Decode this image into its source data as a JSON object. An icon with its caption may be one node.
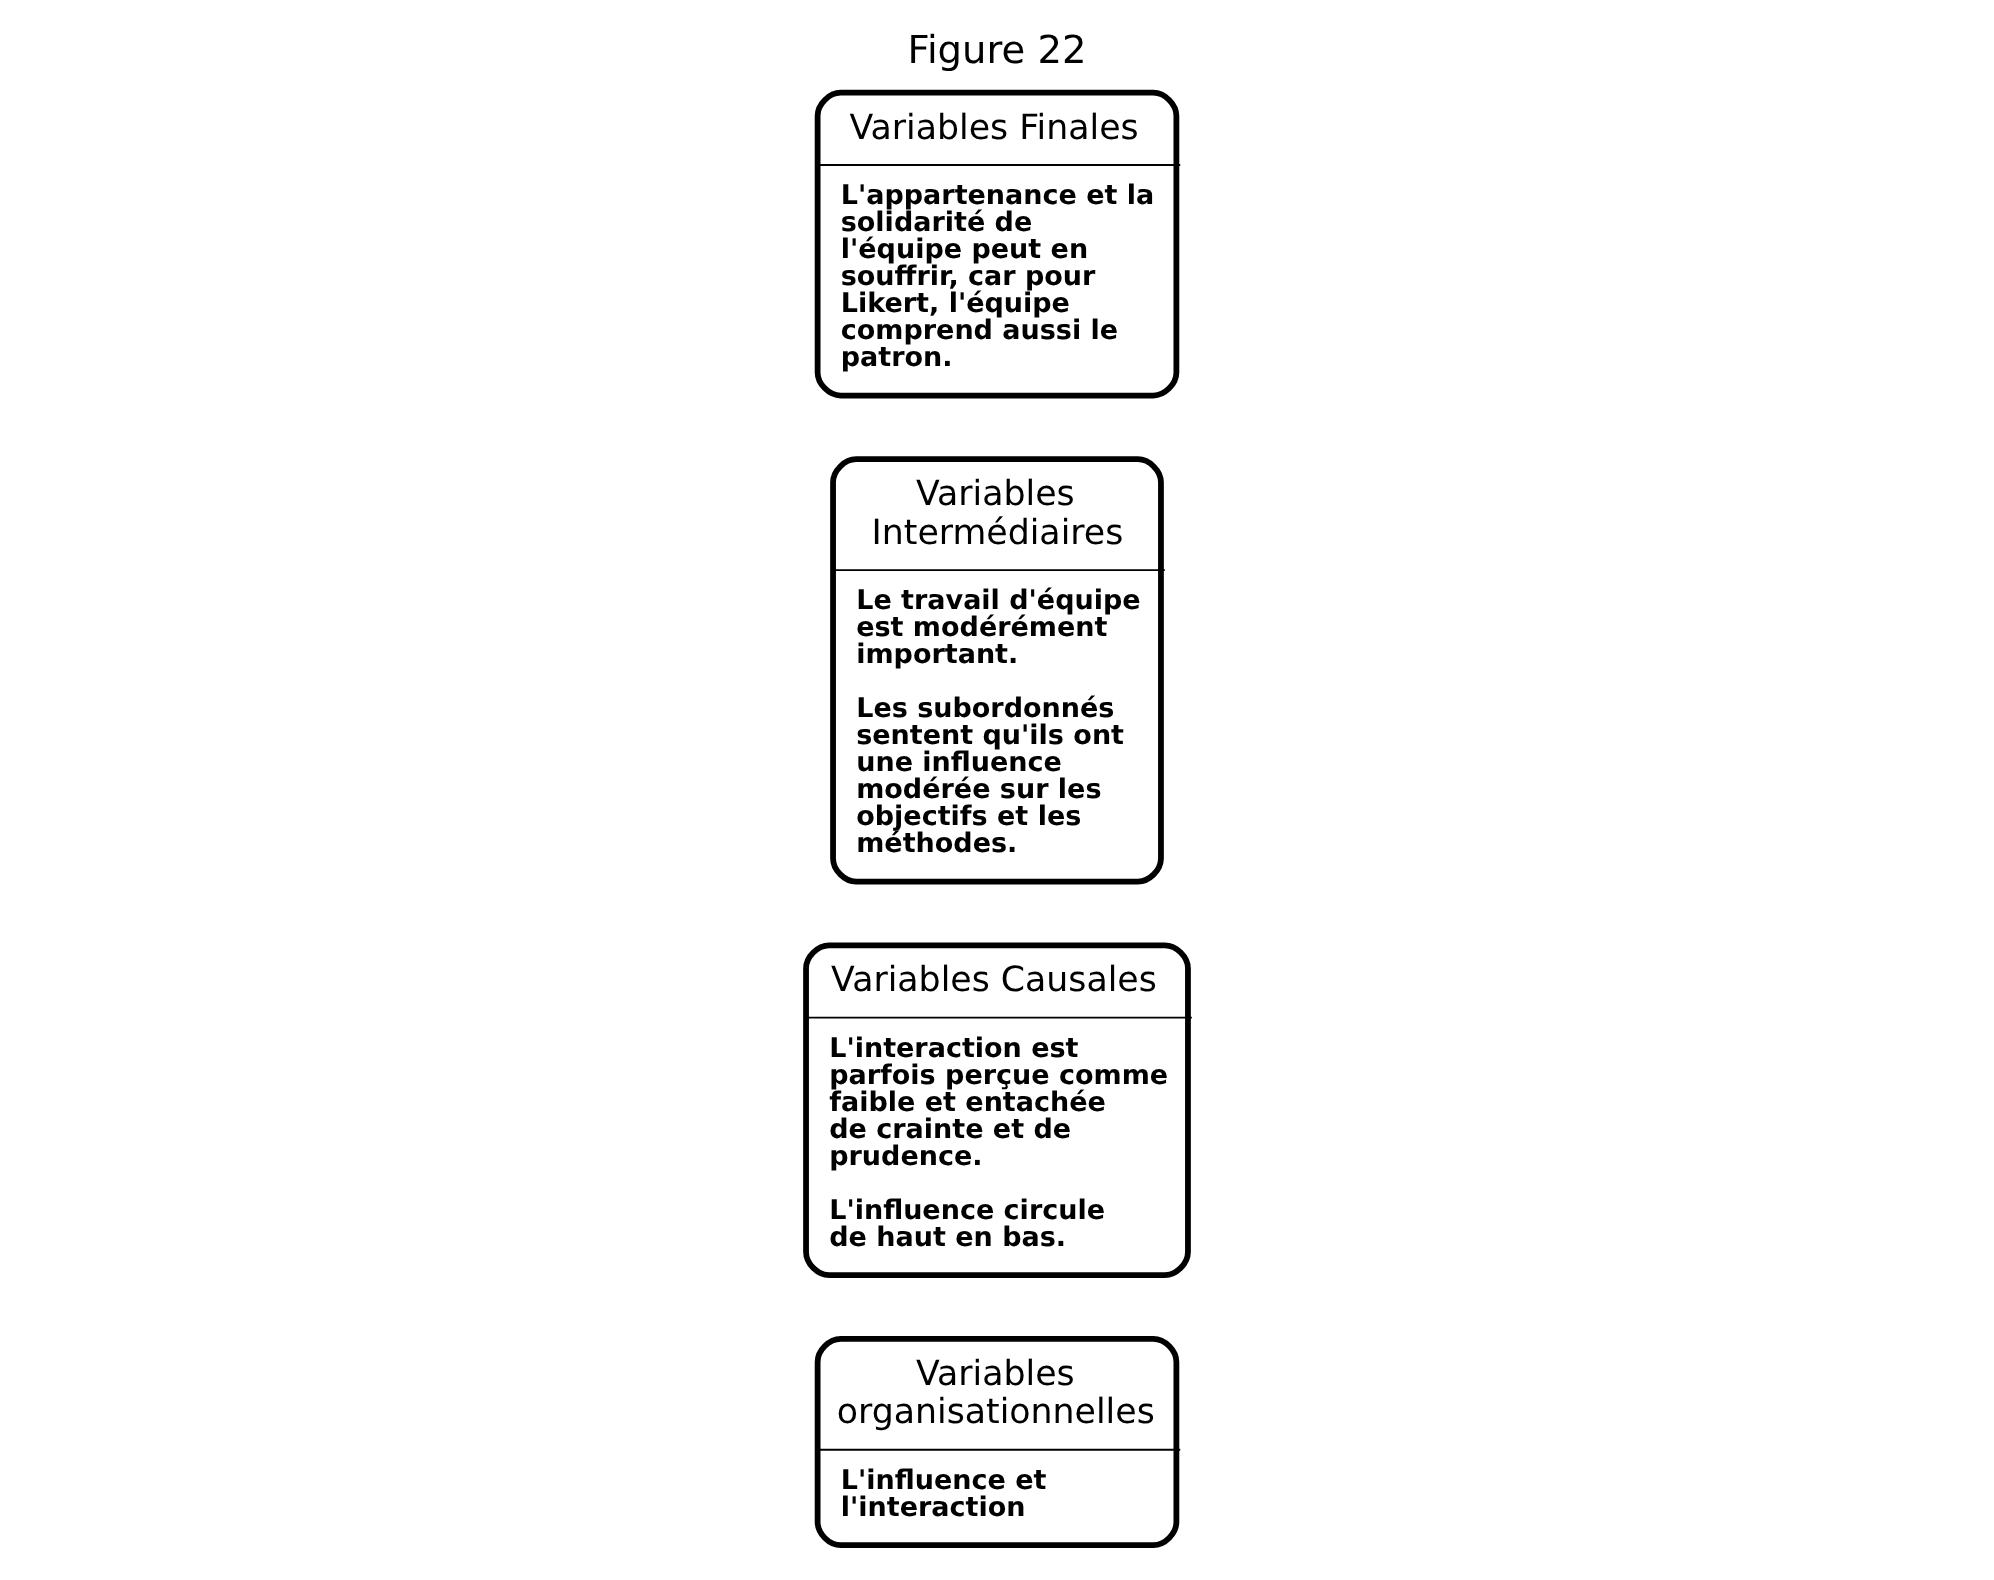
{
  "diagram": {
    "title": "Figure 22",
    "nodes": [
      {
        "text": [
          "Variables organisationnelles",
          "L'influence et l'interaction"
        ]
      },
      {
        "text": [
          "Variables Causales",
          "L'interaction est parfois perçue comme faible et entachée de crainte et de prudence.",
          "L'influence circule de haut en bas."
        ]
      },
      {
        "text": [
          "Variables Intermédiaires",
          "Le travail d'équipe est modérément important.",
          "Les subordonnés sentent qu'ils ont une influence modérée sur les objectifs et les méthodes."
        ]
      },
      {
        "text": [
          "Variables Finales",
          "L'appartenance et la solidarité de l'équipe peut en souffrir, car pour Likert, l'équipe comprend aussi le patron."
        ]
      }
    ]
  }
}
